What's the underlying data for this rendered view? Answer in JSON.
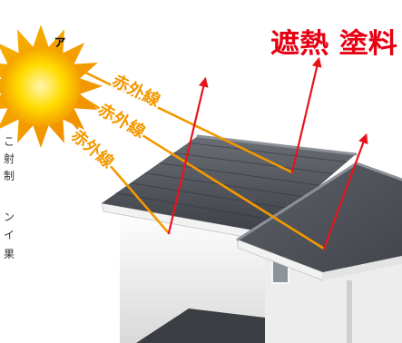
{
  "title": "遮熱 塗料",
  "infrared_labels": [
    "赤外線",
    "赤外線",
    "赤外線"
  ],
  "top_fragment": "ァ",
  "side_fragments": [
    "こ",
    "射",
    "制",
    "ン",
    "イ",
    "果"
  ],
  "icons": {
    "sun": "sun-icon",
    "house": "house-illustration"
  },
  "colors": {
    "title_red": "#e60012",
    "infrared_orange": "#f39800",
    "reflection_red": "#e8141c",
    "sun_yellow": "#ffe100",
    "sun_orange": "#f5a000",
    "roof_gray": "#4a4e55"
  }
}
